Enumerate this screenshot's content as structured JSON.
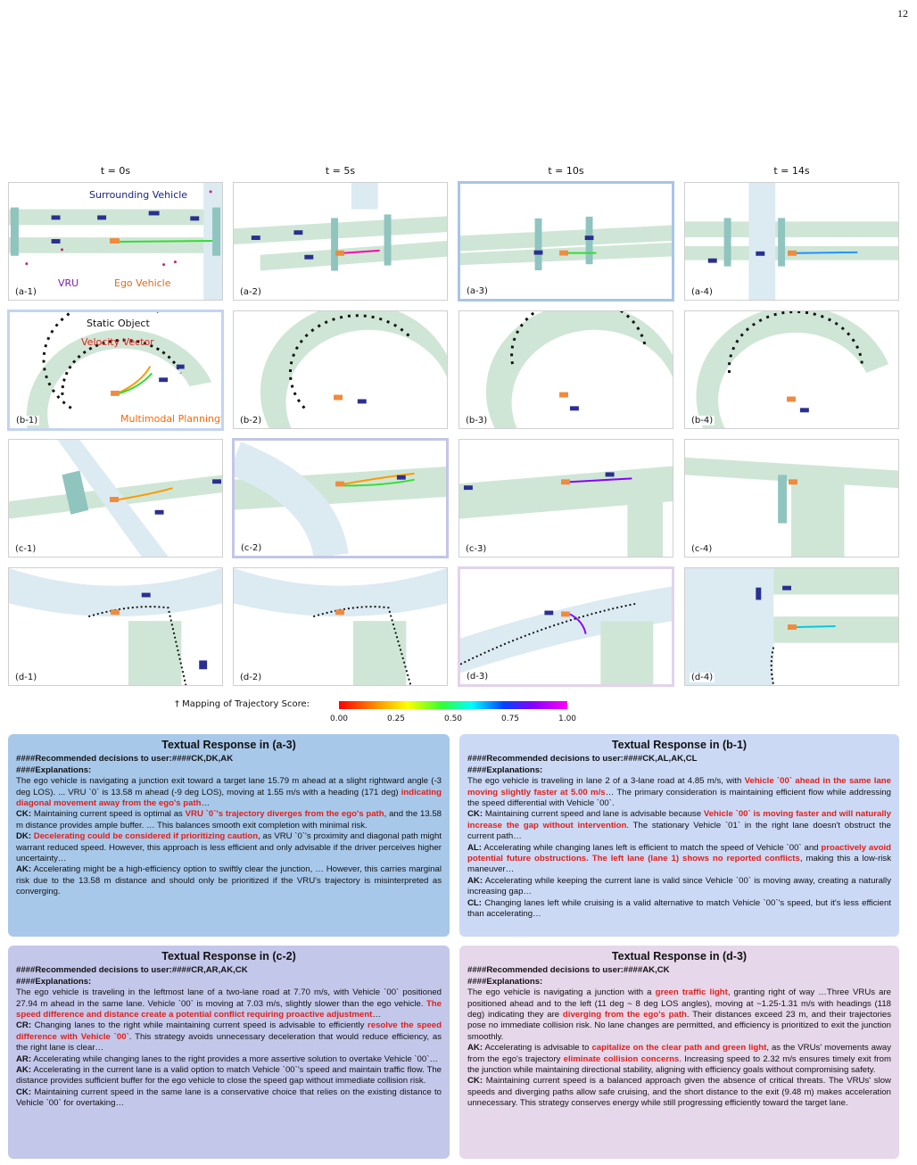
{
  "page_number": "12",
  "columns": [
    "t = 0s",
    "t = 5s",
    "t = 10s",
    "t = 14s"
  ],
  "panel_labels": [
    [
      "(a-1)",
      "(a-2)",
      "(a-3)",
      "(a-4)"
    ],
    [
      "(b-1)",
      "(b-2)",
      "(b-3)",
      "(b-4)"
    ],
    [
      "(c-1)",
      "(c-2)",
      "(c-3)",
      "(c-4)"
    ],
    [
      "(d-1)",
      "(d-2)",
      "(d-3)",
      "(d-4)"
    ]
  ],
  "annotations": {
    "surrounding_vehicle": "Surrounding Vehicle",
    "vru": "VRU",
    "ego_vehicle": "Ego Vehicle",
    "static_object": "Static Object",
    "velocity_vector": "Velocity Vector",
    "multimodal_planning": "Multimodal Planning†"
  },
  "colorbar": {
    "label": "† Mapping of Trajectory Score:",
    "ticks": [
      "0.00",
      "0.25",
      "0.50",
      "0.75",
      "1.00"
    ]
  },
  "colors": {
    "road": "#cfe6d6",
    "crosswalk": "#8fc4bf",
    "vehicle": "#2b2f8f",
    "ego": "#f08a3c",
    "vru": "#c0237a",
    "box_a3": "#a8c8ea",
    "box_b1": "#cbd9f5",
    "box_c2": "#c3c7ea",
    "box_d3": "#e6d7ea"
  },
  "responses": {
    "a3": {
      "title": "Textual Response in (a-3)",
      "decisions": "####Recommended decisions to user:####CK,DK,AK",
      "expl": "####Explanations:",
      "p1a": "The ego vehicle is navigating a junction exit toward a target lane 15.79 m ahead at a slight rightward angle (-3 deg LOS). ... VRU `0` is 13.58 m ahead (-9 deg LOS), moving at 1.55 m/s with a heading (171 deg) ",
      "p1r": "indicating diagonal movement away from the ego's path",
      "p1b": "…",
      "ck_k": "CK:",
      "ck_a": " Maintaining current speed is optimal as ",
      "ck_r": "VRU `0`'s trajectory diverges from the ego's path",
      "ck_b": ", and the 13.58 m distance provides ample buffer. … This balances smooth exit completion with minimal risk.",
      "dk_k": "DK:",
      "dk_r": "Decelerating could be considered if prioritizing caution",
      "dk_b": ", as VRU `0`'s proximity and diagonal path might warrant reduced speed. However, this approach is less efficient and only advisable if the driver perceives higher uncertainty…",
      "ak_k": "AK:",
      "ak_b": " Accelerating might be a high-efficiency option to swiftly clear the junction, … However, this carries marginal risk due to the 13.58 m distance and should only be prioritized if the VRU's trajectory is misinterpreted as converging."
    },
    "b1": {
      "title": "Textual Response in (b-1)",
      "decisions": "####Recommended decisions to user:####CK,AL,AK,CL",
      "expl": "####Explanations:",
      "p1a": "The ego vehicle is traveling in lane 2 of a 3-lane road at 4.85 m/s, with ",
      "p1r": "Vehicle `00` ahead in the same lane moving slightly faster at 5.00 m/s",
      "p1b": "… The primary consideration is maintaining efficient flow while addressing the speed differential with Vehicle `00`.",
      "ck_k": "CK:",
      "ck_a": " Maintaining current speed and lane is advisable because ",
      "ck_r": "Vehicle `00` is moving faster and will naturally increase the gap without intervention",
      "ck_b": ". The stationary Vehicle `01` in the right lane doesn't obstruct the current path…",
      "al_k": "AL:",
      "al_a": " Accelerating while changing lanes left is efficient to match the speed of Vehicle `00` and ",
      "al_r": "proactively avoid potential future obstructions. The left lane (lane 1) shows no reported conflicts",
      "al_b": ", making this a low-risk maneuver…",
      "ak_k": "AK:",
      "ak_b": " Accelerating while keeping the current lane is valid since Vehicle `00` is moving away, creating a naturally increasing gap…",
      "cl_k": "CL:",
      "cl_b": " Changing lanes left while cruising is a valid alternative to match Vehicle `00`'s speed, but it's less efficient than accelerating…"
    },
    "c2": {
      "title": "Textual Response in (c-2)",
      "decisions": "####Recommended decisions to user:####CR,AR,AK,CK",
      "expl": "####Explanations:",
      "p1a": "The ego vehicle is traveling in the leftmost lane of a two-lane road at 7.70 m/s, with Vehicle `00` positioned 27.94 m ahead in the same lane. Vehicle `00` is moving at 7.03 m/s, slightly slower than the ego vehicle. ",
      "p1r": "The speed difference and distance create a potential conflict requiring proactive adjustment",
      "p1b": "…",
      "cr_k": "CR:",
      "cr_a": " Changing lanes to the right while maintaining current speed is advisable to efficiently ",
      "cr_r": "resolve the speed difference with Vehicle `00`",
      "cr_b": ". This strategy avoids unnecessary deceleration that would reduce efficiency, as the right lane is clear…",
      "ar_k": "AR:",
      "ar_b": " Accelerating while changing lanes to the right provides a more assertive solution to overtake Vehicle `00`…",
      "ak_k": "AK:",
      "ak_b": " Accelerating in the current lane is a valid option to match Vehicle `00`'s speed and maintain traffic flow. The distance provides sufficient buffer for the ego vehicle to close the speed gap without immediate collision risk.",
      "ck_k": "CK:",
      "ck_b": " Maintaining current speed in the same lane is a conservative choice that relies on the existing distance to Vehicle `00` for overtaking…"
    },
    "d3": {
      "title": "Textual Response in (d-3)",
      "decisions": "####Recommended decisions to user:####AK,CK",
      "expl": "####Explanations:",
      "p1a": "The ego vehicle is navigating a junction with a ",
      "p1r": "green traffic light",
      "p1b": ", granting right of way …Three VRUs are positioned ahead and to the left (11 deg ~ 8 deg LOS angles), moving at ~1.25-1.31 m/s with headings (118 deg) indicating they are ",
      "p1r2": "diverging from the ego's path",
      "p1c": ". Their distances exceed 23 m, and their trajectories pose no immediate collision risk. No lane changes are permitted, and efficiency is prioritized to exit the junction smoothly.",
      "ak_k": "AK:",
      "ak_a": " Accelerating is advisable to ",
      "ak_r": "capitalize on the clear path and green light",
      "ak_a2": ", as the VRUs' movements away from the ego's trajectory ",
      "ak_r2": "eliminate collision concerns",
      "ak_b": ". Increasing speed to 2.32 m/s ensures timely exit from the junction while maintaining directional stability, aligning with efficiency goals without compromising safety.",
      "ck_k": "CK:",
      "ck_b": " Maintaining current speed is a balanced approach given the absence of critical threats. The VRUs' slow speeds and diverging paths allow safe cruising, and the short distance to the exit (9.48 m) makes acceleration unnecessary. This strategy conserves energy while still progressing efficiently toward the target lane."
    }
  }
}
